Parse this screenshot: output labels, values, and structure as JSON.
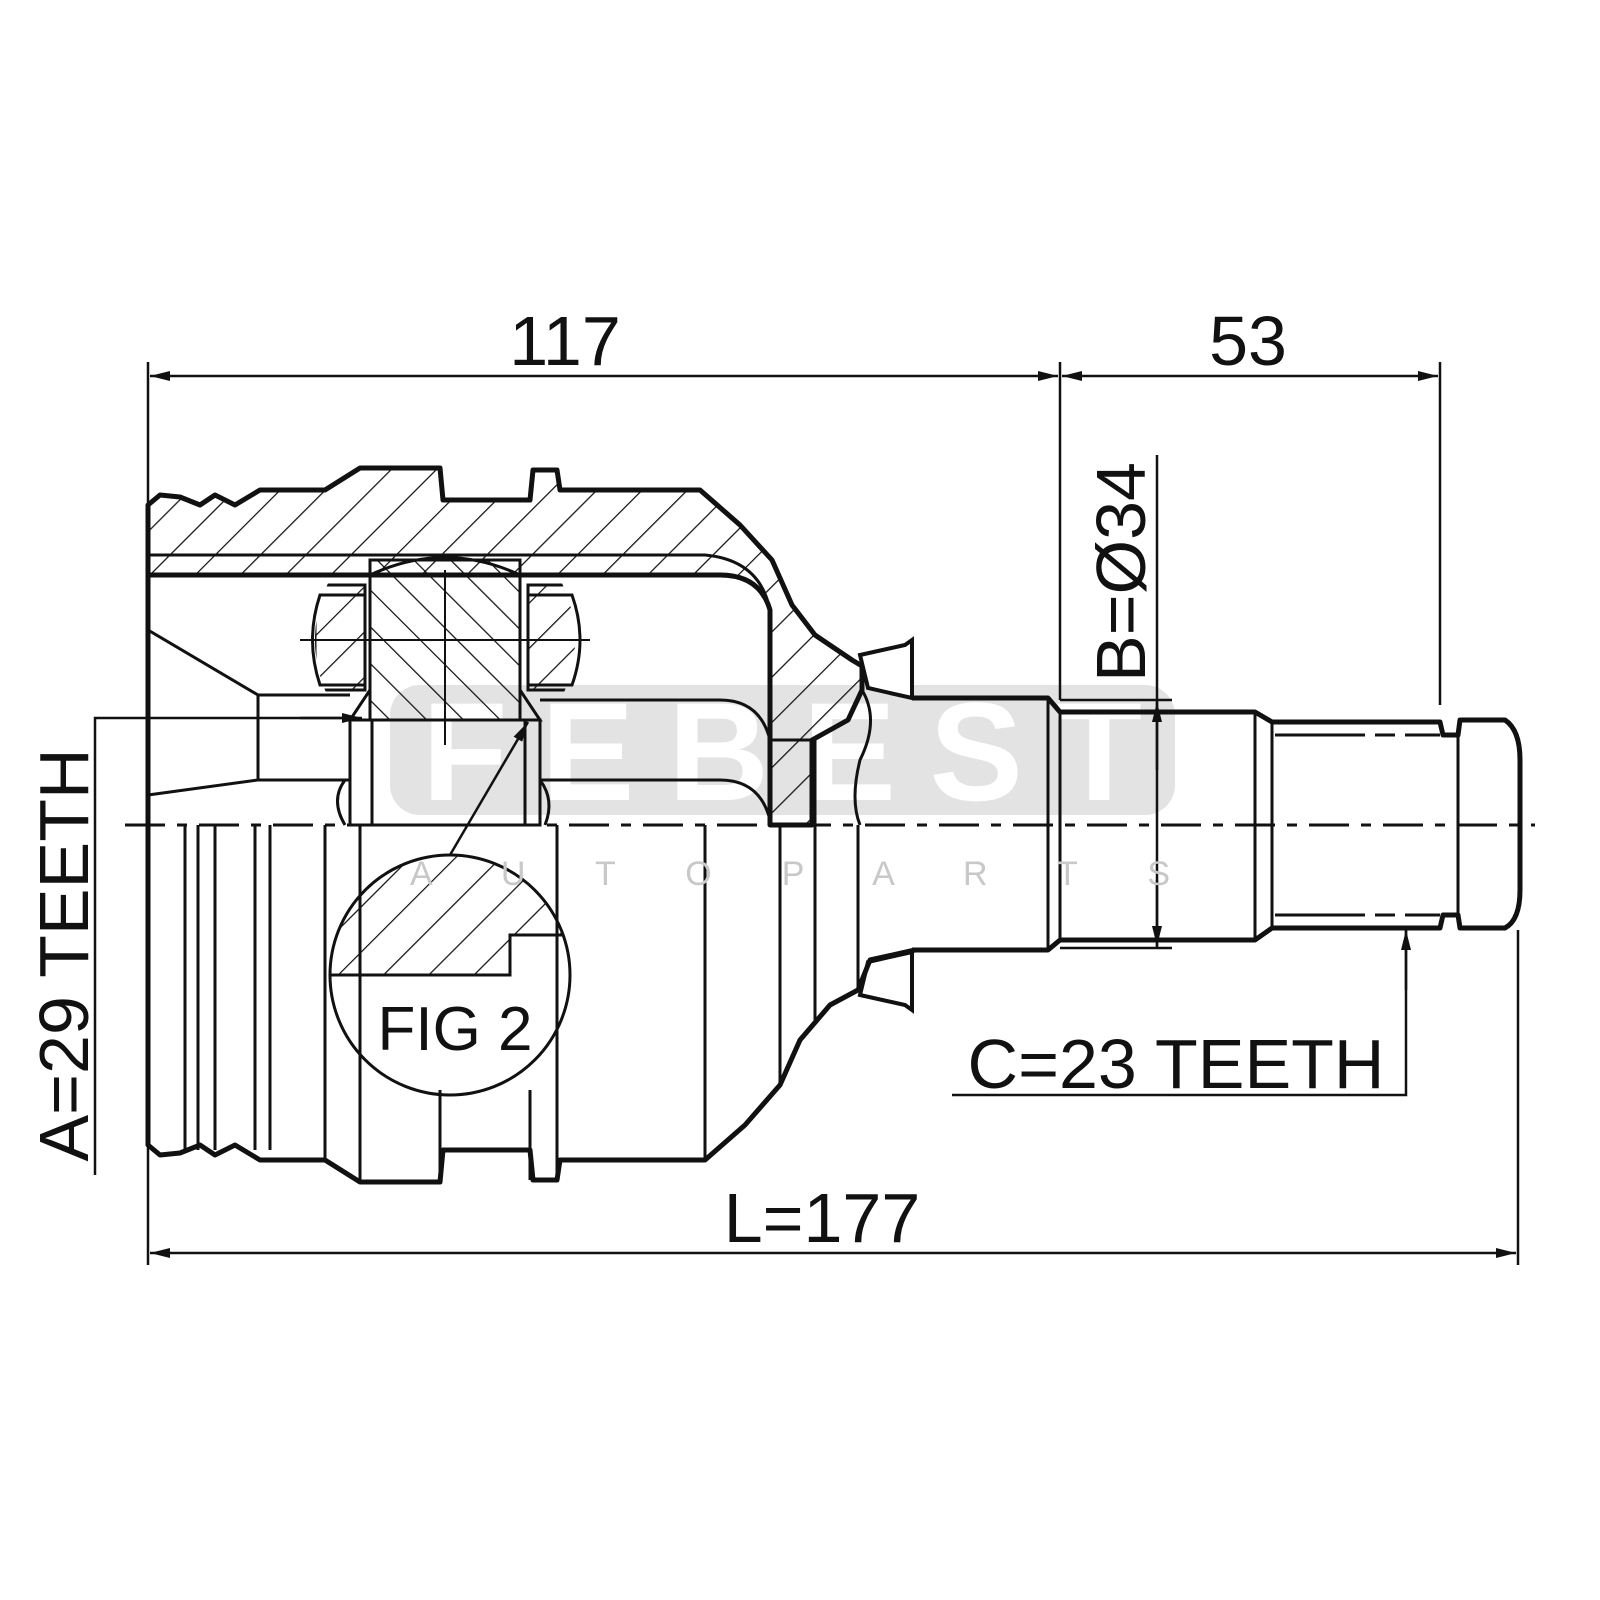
{
  "drawing": {
    "dimensions": {
      "housing_length": "117",
      "shaft_length": "53",
      "total_length": "L=177",
      "outer_spline": "A=29 TEETH",
      "shaft_diameter": "B=Ø34",
      "inner_spline": "C=23 TEETH"
    },
    "detail_label": "FIG 2",
    "watermark": {
      "brand": "FEBEST",
      "subtitle": "A U T O P A R T S"
    },
    "colors": {
      "line": "#111111",
      "watermark_bg": "#e3e3e3"
    }
  }
}
